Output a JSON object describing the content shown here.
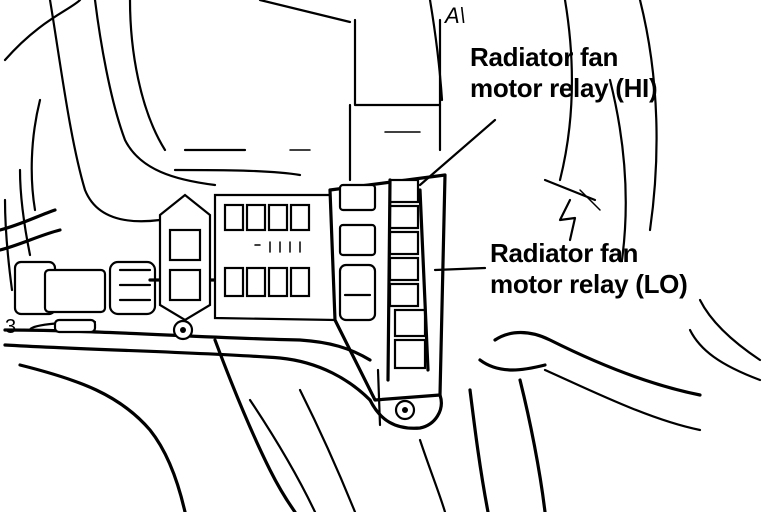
{
  "labels": {
    "hi_line1": "Radiator fan",
    "hi_line2": "motor relay (HI)",
    "lo_line1": "Radiator fan",
    "lo_line2": "motor relay (LO)"
  },
  "stray_marks": {
    "top_scribble": "A\\",
    "left_number": "3"
  }
}
